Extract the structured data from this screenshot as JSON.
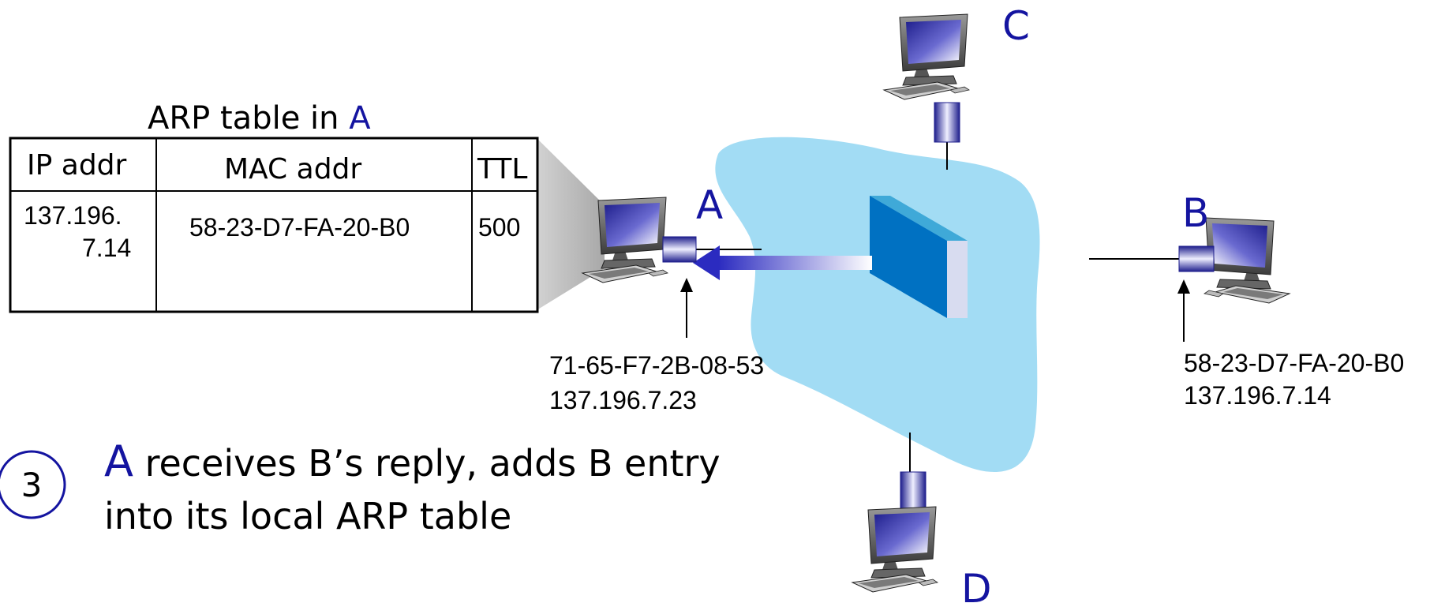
{
  "colors": {
    "node_label": "#1414a0",
    "network_cloud": "#a2dcf4",
    "switch_front": "#0071c2",
    "switch_top": "#3fa9d8",
    "switch_side": "#d8dcf0",
    "arrow": "#2b2bc0",
    "text": "#000000"
  },
  "arp_table": {
    "title_prefix": "ARP table in ",
    "title_node": "A",
    "headers": {
      "ip": "IP addr",
      "mac": "MAC addr",
      "ttl": "TTL"
    },
    "rows": [
      {
        "ip_line1": "137.196.",
        "ip_line2": "7.14",
        "mac": "58-23-D7-FA-20-B0",
        "ttl": "500"
      }
    ]
  },
  "nodes": {
    "a": {
      "label": "A",
      "mac": "71-65-F7-2B-08-53",
      "ip": "137.196.7.23"
    },
    "b": {
      "label": "B",
      "mac": "58-23-D7-FA-20-B0",
      "ip": "137.196.7.14"
    },
    "c": {
      "label": "C"
    },
    "d": {
      "label": "D"
    }
  },
  "step": {
    "number": "3",
    "node": "A",
    "line1_rest": " receives B’s reply, adds B entry",
    "line2": "into its local ARP table"
  },
  "icons": {
    "computer": "desktop-computer-icon",
    "switch": "switch-icon",
    "cloud": "network-cloud-icon"
  }
}
